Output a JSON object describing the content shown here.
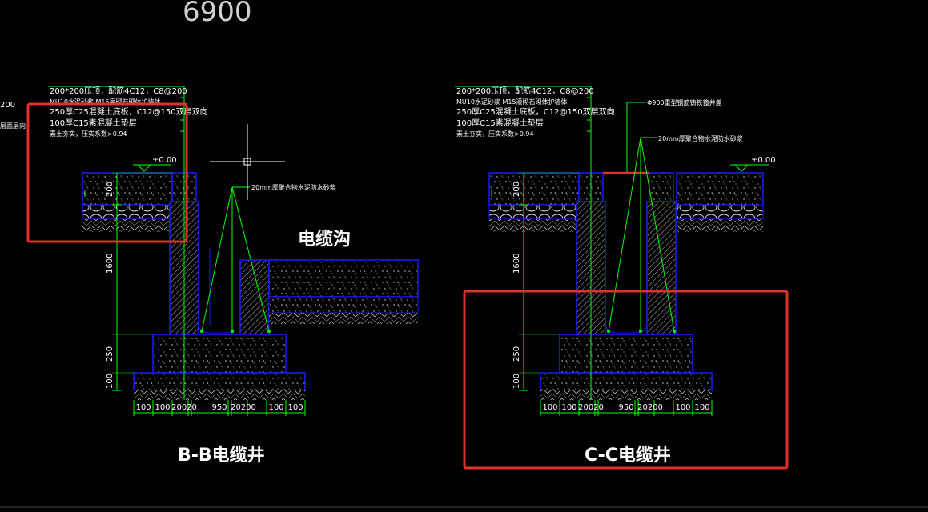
{
  "drawing": {
    "top_dimension": "6900",
    "cut_text": "200",
    "cut_text_2": "层面层向"
  },
  "section_bb": {
    "title": "B-B电缆井",
    "notes": [
      "200*200压顶，配筋4C12，C8@200",
      "MU10水泥砂浆 M15灌砌石砌体护墙体",
      "250厚C25混凝土底板，C12@150双层双向",
      "100厚C15素混凝土垫层",
      "素土夯实，压实系数>0.94"
    ],
    "elevation": "±0.00",
    "plaster_note": "20mm厚聚合物水泥防水砂浆",
    "dim_200": "200",
    "dim_1600": "1600",
    "dim_250": "250",
    "dim_100": "100",
    "bottom_dims": [
      "100",
      "100",
      "200",
      "20",
      "950",
      "20",
      "200",
      "100",
      "100"
    ]
  },
  "trench": {
    "label": "电缆沟"
  },
  "section_cc": {
    "title": "C-C电缆井",
    "notes": [
      "200*200压顶，配筋4C12，C8@200",
      "MU10水泥砂浆 M15灌砌石砌体护墙体",
      "250厚C25混凝土底板，C12@150双层双向",
      "100厚C15素混凝土垫层",
      "素土夯实，压实系数>0.94"
    ],
    "pipe_note": "Φ900重型钢筋铸铁篦井盖",
    "plaster_note": "20mm厚聚合物水泥防水砂浆",
    "elevation": "±0.00",
    "dim_200": "200",
    "dim_1600": "1600",
    "dim_250": "250",
    "dim_100": "100",
    "bottom_dims": [
      "100",
      "100",
      "200",
      "20",
      "950",
      "20",
      "200",
      "100",
      "100"
    ]
  },
  "colors": {
    "background": "#000000",
    "outline": "#1a1aff",
    "dimension": "#00ff00",
    "highlight": "#e03030",
    "text": "#ffffff"
  }
}
